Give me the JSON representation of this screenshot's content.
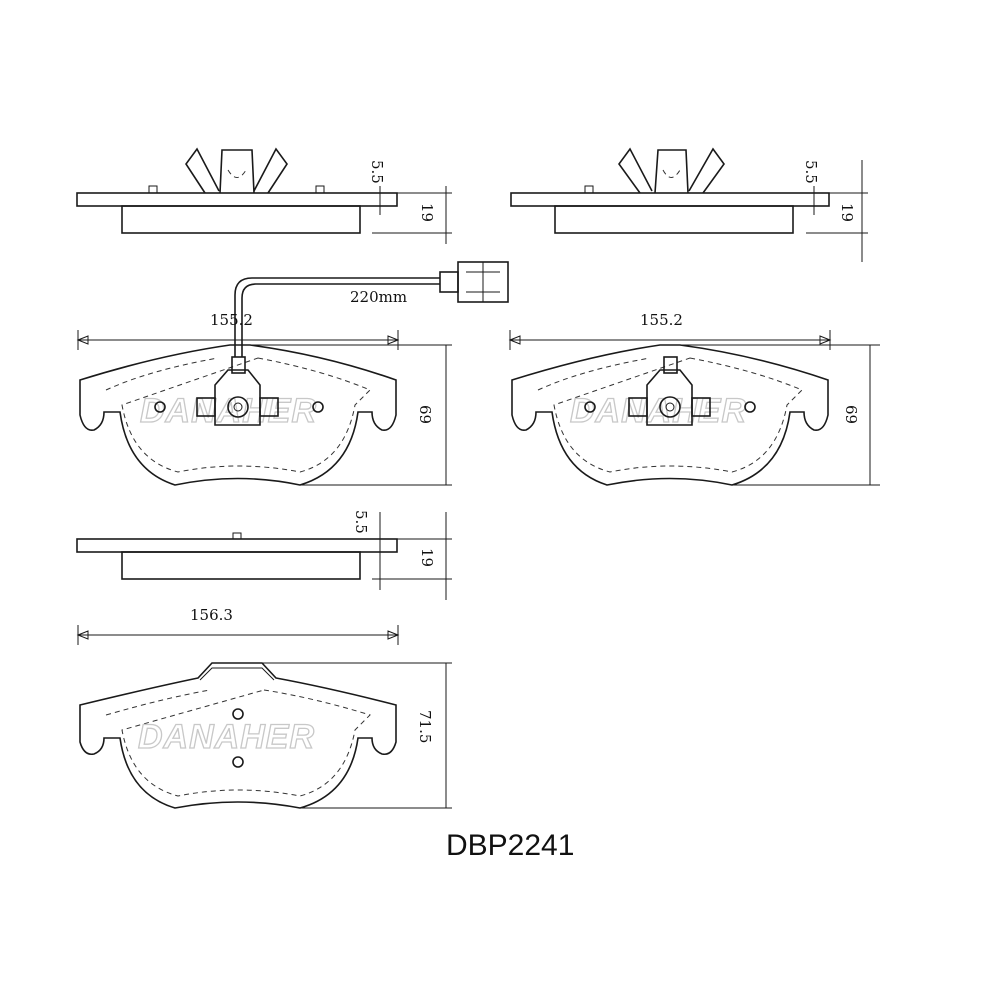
{
  "part_number": "DBP2241",
  "brand_watermark": "DANAHER",
  "colors": {
    "line": "#1a1a1a",
    "watermark": "#c8c8c8",
    "background": "#ffffff"
  },
  "dimensions": {
    "top_view_1_thickness": "5.5",
    "top_view_1_total": "19",
    "top_view_2_thickness": "5.5",
    "top_view_2_total": "19",
    "wire_length": "220mm",
    "pad_1_width": "155.2",
    "pad_1_height": "69",
    "pad_2_width": "155.2",
    "pad_2_height": "69",
    "top_view_3_thickness": "5.5",
    "top_view_3_total": "19",
    "pad_3_width": "156.3",
    "pad_3_height": "71.5"
  }
}
